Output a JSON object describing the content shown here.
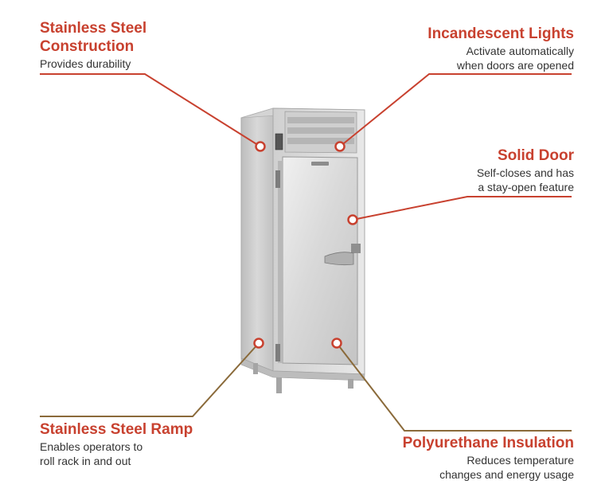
{
  "callouts": {
    "stainless_steel_construction": {
      "title": "Stainless Steel\nConstruction",
      "description": "Provides durability"
    },
    "incandescent_lights": {
      "title": "Incandescent Lights",
      "description": "Activate automatically\nwhen doors are opened"
    },
    "solid_door": {
      "title": "Solid Door",
      "description": "Self-closes and has\na stay-open feature"
    },
    "stainless_steel_ramp": {
      "title": "Stainless Steel Ramp",
      "description": "Enables operators to\nroll rack in and out"
    },
    "polyurethane_insulation": {
      "title": "Polyurethane Insulation",
      "description": "Reduces temperature\nchanges and energy usage"
    }
  },
  "colors": {
    "accent_red": "#c8412f",
    "accent_brown": "#8a6a3a",
    "steel_light": "#e6e6e6",
    "steel_mid": "#c9c9c9",
    "steel_dark": "#9a9a9a"
  },
  "image": {
    "subject": "single-door stainless steel reach-in refrigerator"
  }
}
